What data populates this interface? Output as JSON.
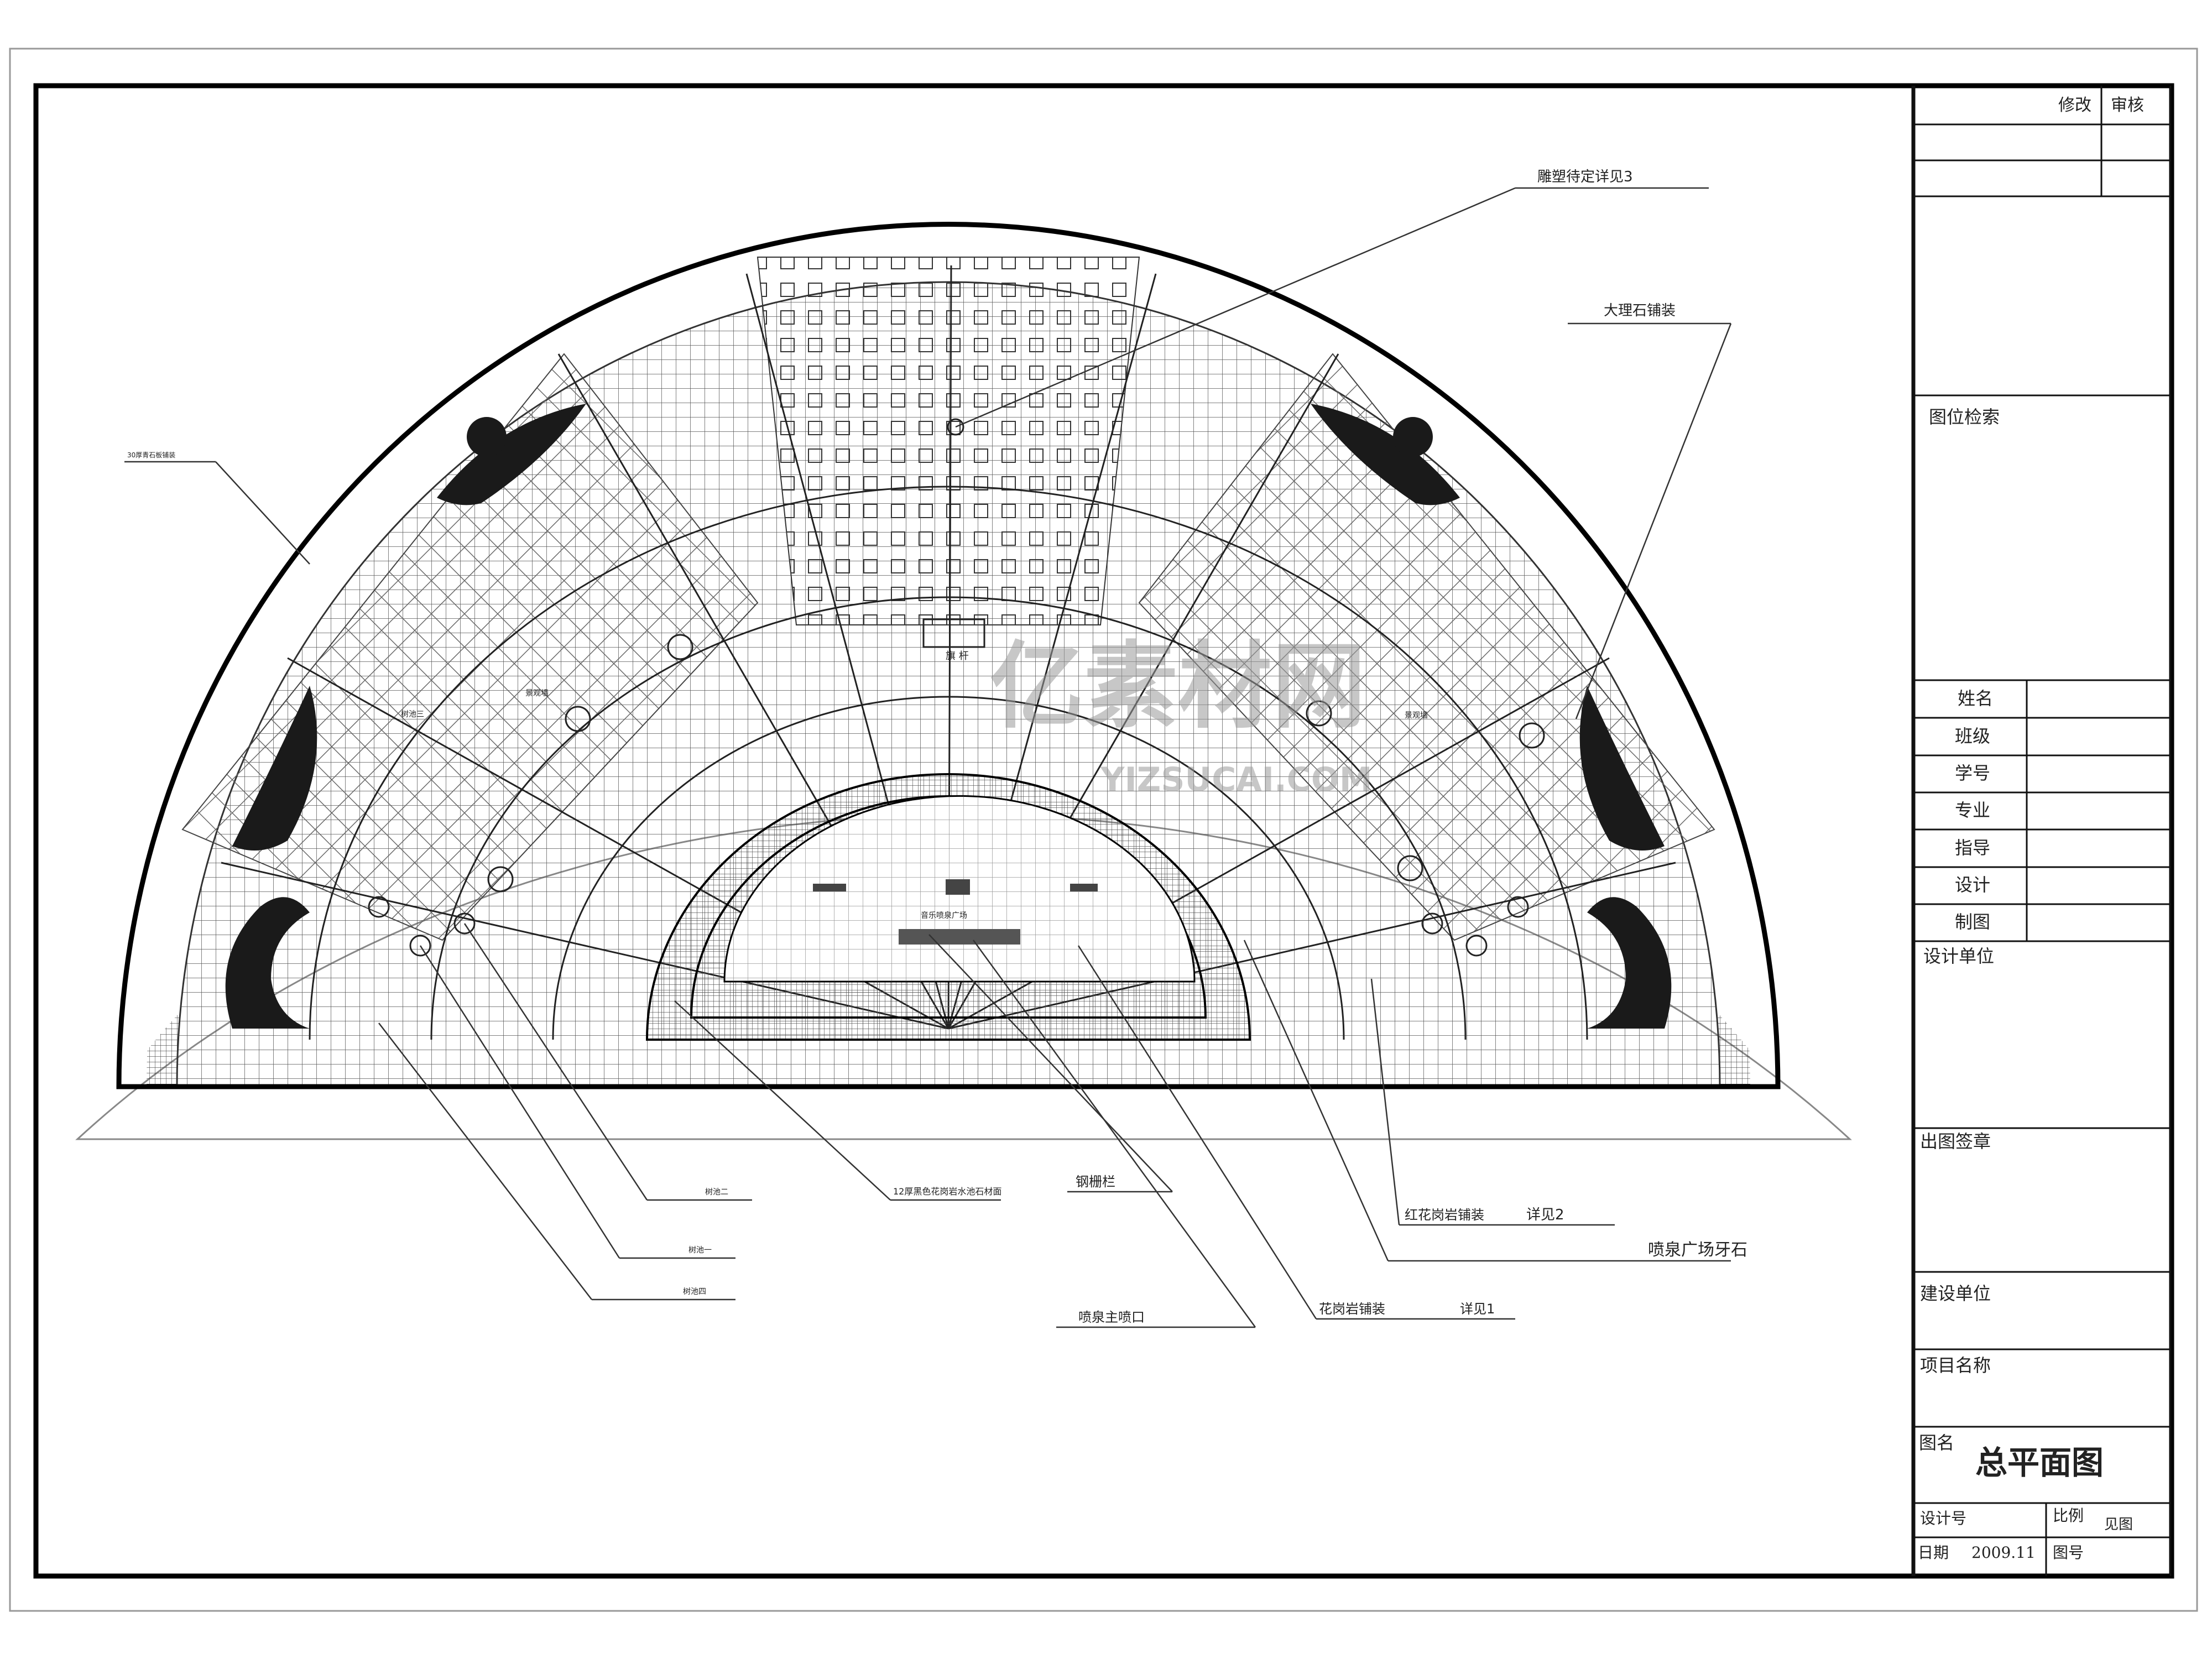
{
  "title_block": {
    "revise": "修改",
    "review": "审核",
    "index": "图位检索",
    "name_label": "姓名",
    "class_label": "班级",
    "student_id_label": "学号",
    "major_label": "专业",
    "guide_label": "指导",
    "design_label": "设计",
    "draft_label": "制图",
    "design_unit": "设计单位",
    "issue_sign": "出图签章",
    "client_unit": "建设单位",
    "project_name": "项目名称",
    "drawing_name_label": "图名",
    "drawing_name": "总平面图",
    "design_no": "设计号",
    "scale_label": "比例",
    "scale_value": "见图",
    "date_label": "日期",
    "date_value": "2009.11",
    "sheet_no": "图号"
  },
  "annotations": {
    "sculpture": "雕塑待定详见3",
    "marble": "大理石铺装",
    "left_small": "30厚青石板铺装",
    "granite_red": "红花岗岩铺装",
    "detail2": "详见2",
    "curb": "喷泉广场牙石",
    "granite": "花岗岩铺装",
    "detail1": "详见1",
    "handrail": "钢栅栏",
    "fountain": "喷泉主喷口",
    "tree2": "树池二",
    "tree1": "树池一",
    "tree4": "树池四",
    "pool": "12厚黑色花岗岩水池石材面",
    "tree3": "树池三",
    "left_mid": "景观墙",
    "right_mid": "景观墙",
    "center_plaza": "音乐喷泉广场",
    "center_top": "旗  杆"
  },
  "watermark": {
    "main": "亿素材网",
    "sub": "YIZSUCAI.COM"
  }
}
